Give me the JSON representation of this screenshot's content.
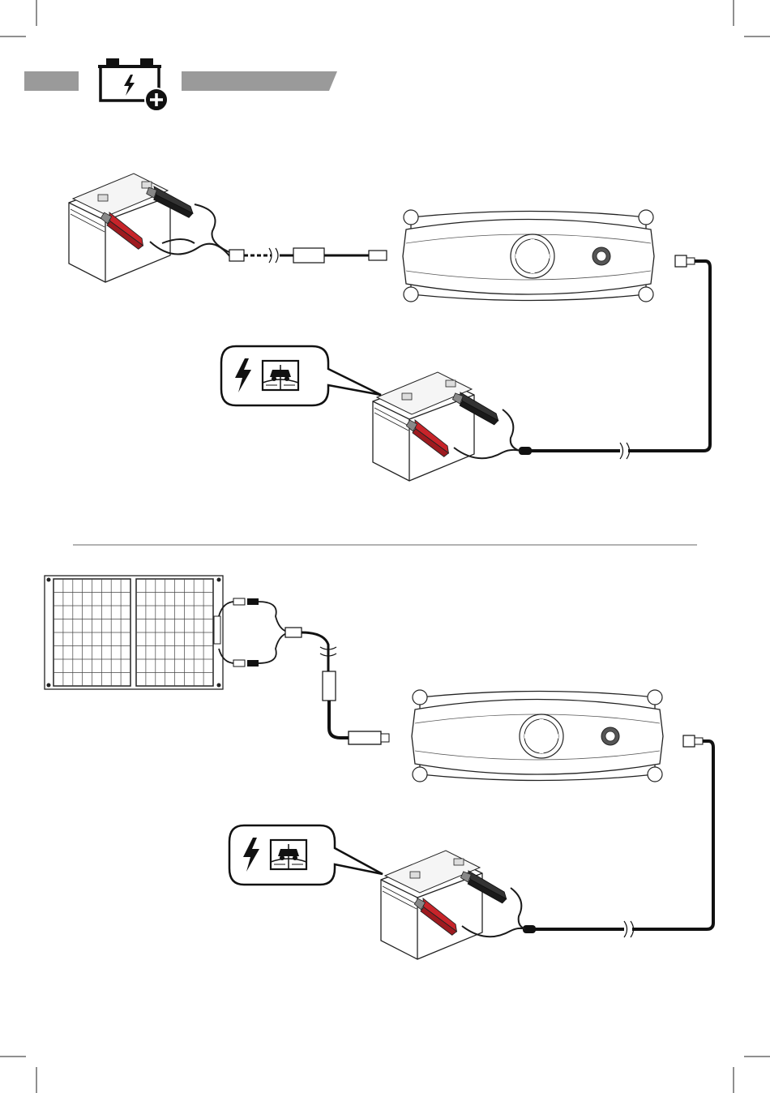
{
  "header": {
    "icon": "battery-charge-icon",
    "left_bar_color": "#9a9a9a",
    "right_bar_color": "#9a9a9a"
  },
  "colors": {
    "line": "#1a1a1a",
    "red_clamp": "#c8242a",
    "black_clamp": "#222222",
    "divider": "#9a9a9a"
  },
  "diagrams": [
    {
      "source": "12v-battery",
      "device": "jump-starter",
      "target": "vehicle-battery",
      "callout_icons": [
        "lightning-icon",
        "vehicle-manual-icon"
      ]
    },
    {
      "source": "solar-panel",
      "device": "jump-starter",
      "target": "vehicle-battery",
      "callout_icons": [
        "lightning-icon",
        "vehicle-manual-icon"
      ]
    }
  ]
}
